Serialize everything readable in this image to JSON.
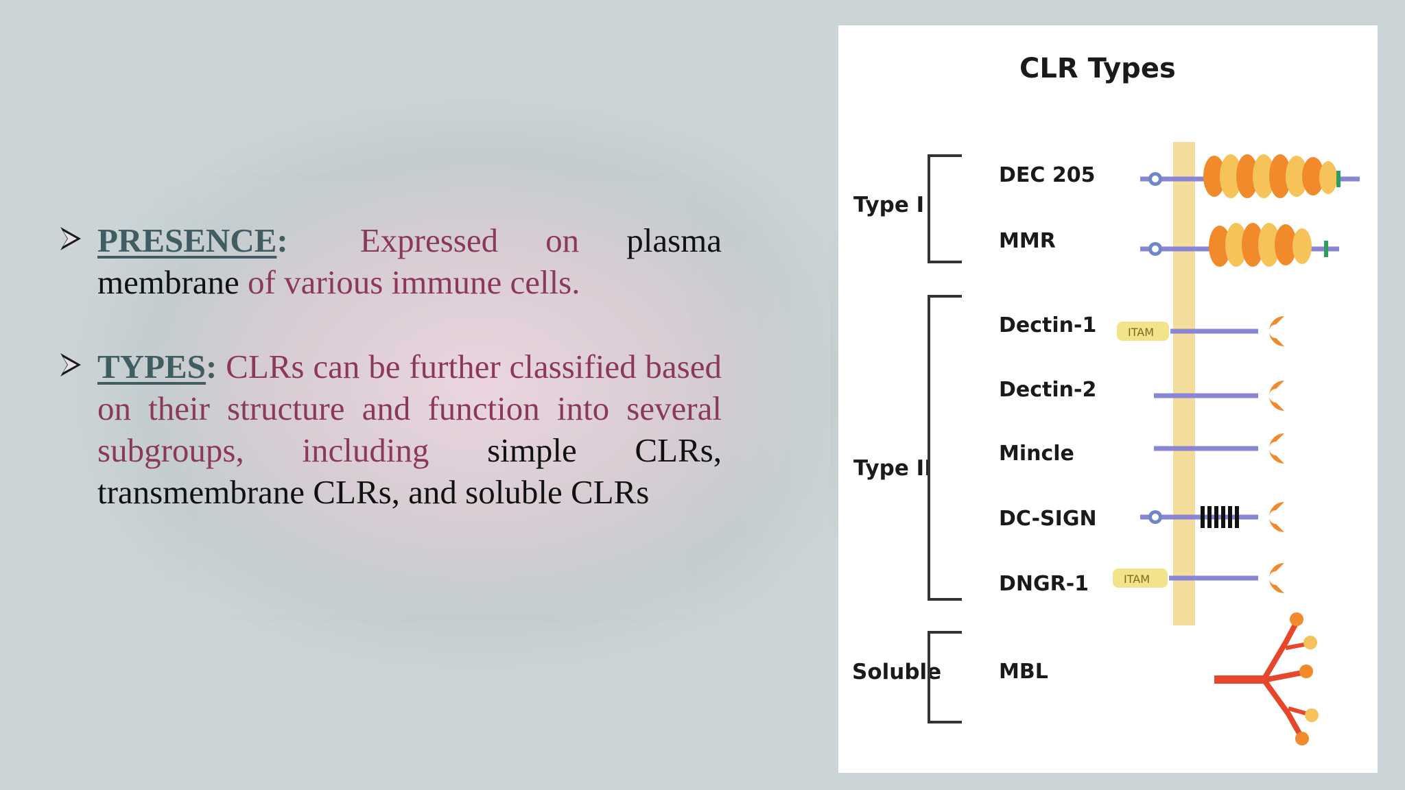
{
  "bullets": [
    {
      "label": "PRESENCE",
      "colon": ":",
      "segments": [
        {
          "text": "Expressed on",
          "color": "maroon"
        },
        {
          "text": "plasma membrane",
          "color": "black"
        },
        {
          "text": "of various immune cells.",
          "color": "maroon"
        }
      ]
    },
    {
      "label": "TYPES",
      "colon": ":",
      "segments": [
        {
          "text": "CLRs can be further classified based on their structure and function into several subgroups, including",
          "color": "maroon"
        },
        {
          "text": "simple CLRs, transmembrane CLRs, and soluble CLRs",
          "color": "black"
        }
      ]
    }
  ],
  "figure": {
    "title": "CLR Types",
    "groups": [
      "Type I",
      "Type II",
      "Soluble"
    ],
    "receptors": [
      "DEC 205",
      "MMR",
      "Dectin-1",
      "Dectin-2",
      "Mincle",
      "DC-SIGN",
      "DNGR-1",
      "MBL"
    ],
    "motif_label": "ITAM",
    "colors": {
      "membrane": "#f3dc9c",
      "stalk": "#8a86d6",
      "crd": "#f08a2a",
      "crd_light": "#f6c25a",
      "itam": "#f2e48a",
      "motif_blue": "#6f86c8",
      "mbl_red": "#e8462a",
      "green_tip": "#2e9d5c"
    }
  }
}
